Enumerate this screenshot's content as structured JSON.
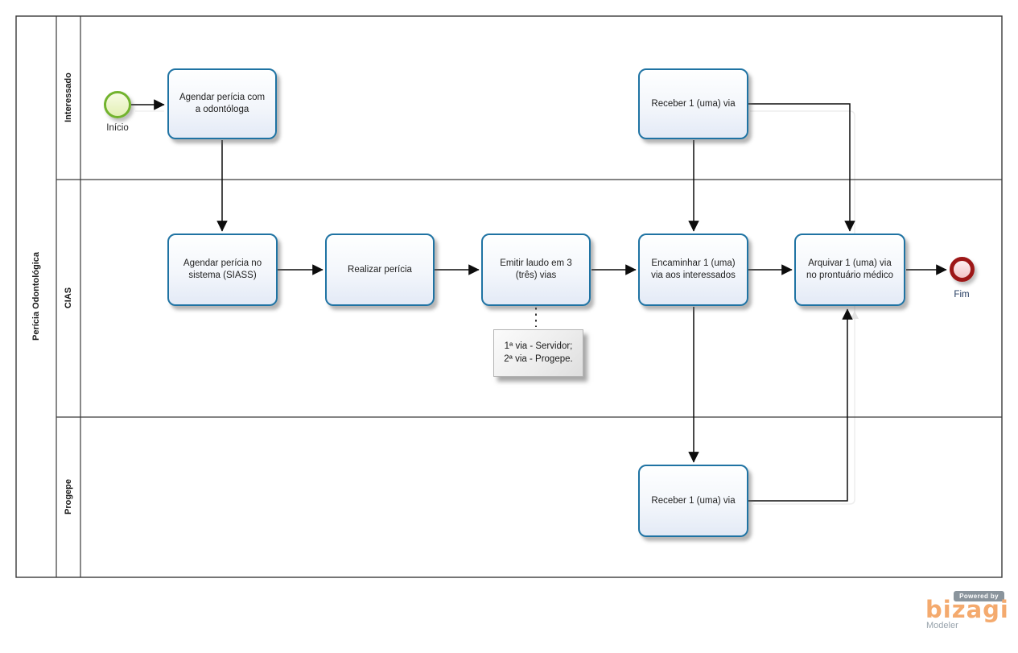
{
  "pool": {
    "label": "Perícia Odontológica"
  },
  "lanes": [
    {
      "label": "Interessado"
    },
    {
      "label": "CIAS"
    },
    {
      "label": "Progepe"
    }
  ],
  "events": {
    "start": {
      "label": "Início"
    },
    "end": {
      "label": "Fim"
    }
  },
  "tasks": {
    "agendar_odontologa": {
      "label": "Agendar perícia com a odontóloga",
      "lane": "Interessado"
    },
    "receber_interessado": {
      "label": "Receber 1 (uma) via",
      "lane": "Interessado"
    },
    "agendar_siass": {
      "label": "Agendar perícia no sistema (SIASS)",
      "lane": "CIAS"
    },
    "realizar_pericia": {
      "label": "Realizar perícia",
      "lane": "CIAS"
    },
    "emitir_laudo": {
      "label": "Emitir laudo em 3 (três) vias",
      "lane": "CIAS"
    },
    "encaminhar_via": {
      "label": "Encaminhar 1 (uma) via aos interessados",
      "lane": "CIAS"
    },
    "arquivar_via": {
      "label": "Arquivar 1 (uma) via no prontuário médico",
      "lane": "CIAS"
    },
    "receber_progepe": {
      "label": "Receber 1 (uma) via",
      "lane": "Progepe"
    }
  },
  "annotation": {
    "text": "1ª via - Servidor; 2ª via - Progepe."
  },
  "branding": {
    "powered_by": "Powered by",
    "brand": "bizagi",
    "product": "Modeler"
  },
  "colors": {
    "task_border": "#1f73a3",
    "start_border": "#72b32e",
    "end_border": "#9d1717",
    "flow_line": "#0d0d0d",
    "frame_line": "#3a3a3a",
    "brand_orange": "#f4aa6e"
  }
}
